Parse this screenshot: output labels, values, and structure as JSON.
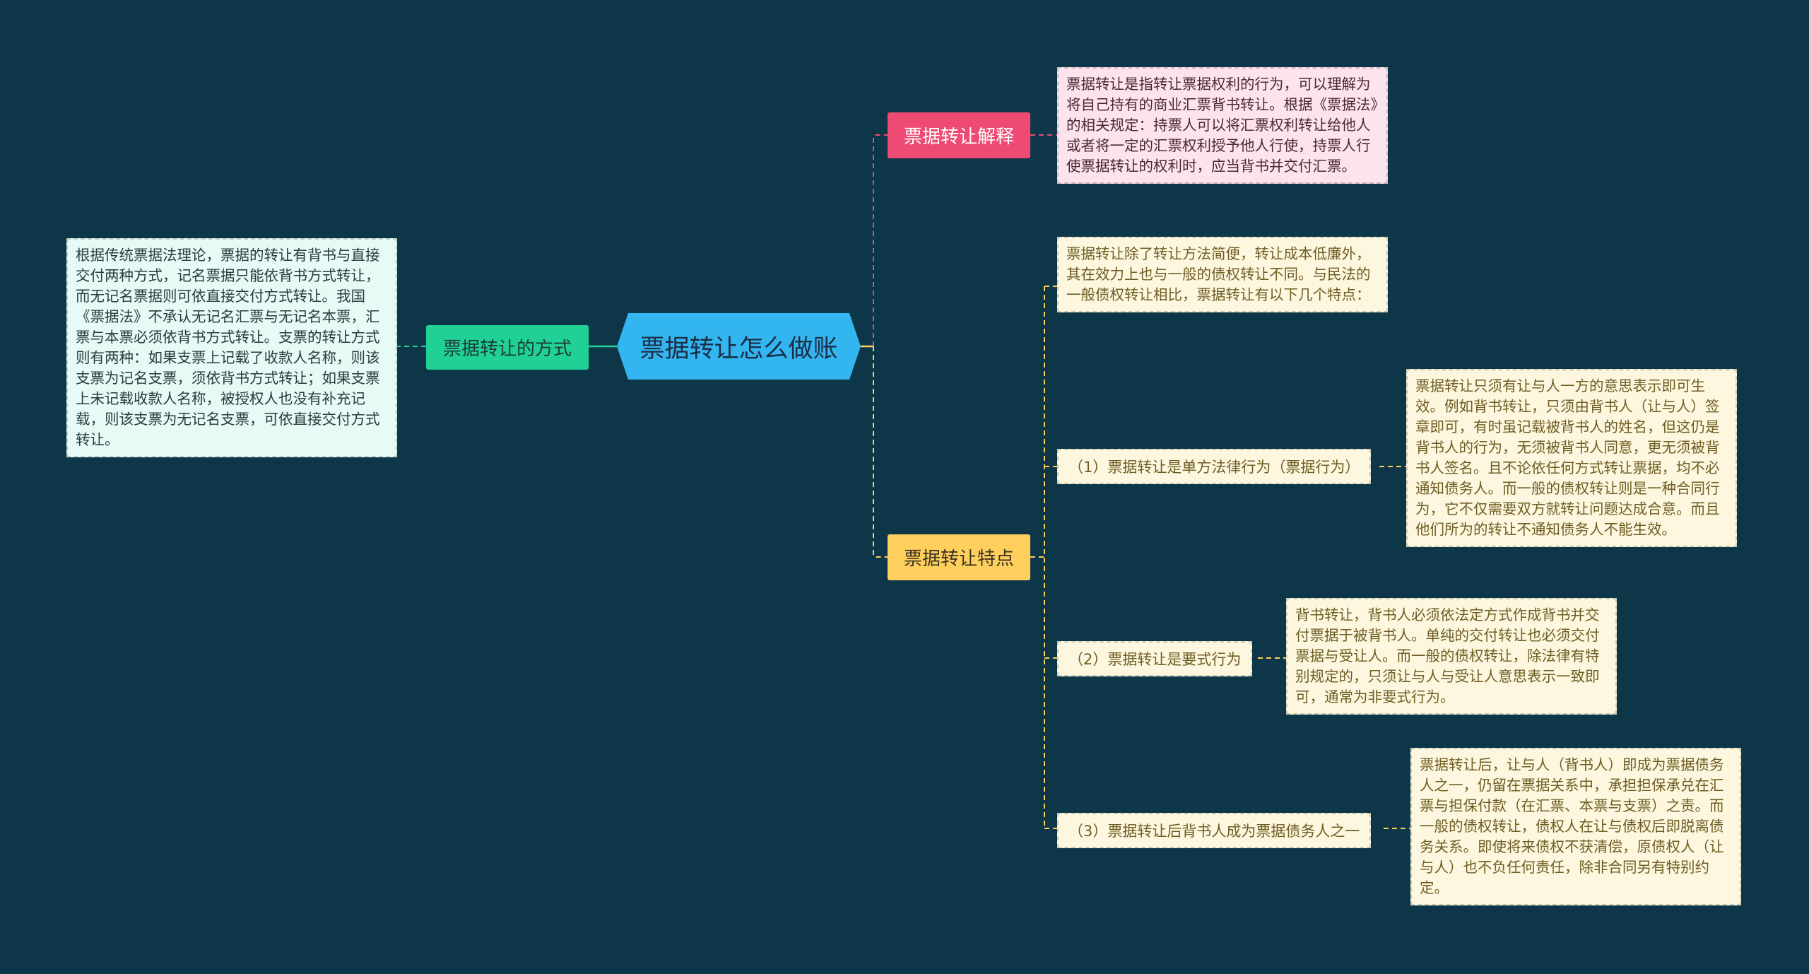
{
  "central_topic": "票据转让怎么做账",
  "left_branch": {
    "label": "票据转让的方式",
    "text": "根据传统票据法理论，票据的转让有背书与直接交付两种方式，记名票据只能依背书方式转让，而无记名票据则可依直接交付方式转让。我国《票据法》不承认无记名汇票与无记名本票，汇票与本票必须依背书方式转让。支票的转让方式则有两种：如果支票上记载了收款人名称，则该支票为记名支票，须依背书方式转让；如果支票上未记载收款人名称，被授权人也没有补充记载，则该支票为无记名支票，可依直接交付方式转让。"
  },
  "explain_branch": {
    "label": "票据转让解释",
    "text": "票据转让是指转让票据权利的行为，可以理解为将自己持有的商业汇票背书转让。根据《票据法》的相关规定：持票人可以将汇票权利转让给他人或者将一定的汇票权利授予他人行使，持票人行使票据转让的权利时，应当背书并交付汇票。"
  },
  "feature_branch": {
    "label": "票据转让特点",
    "intro": "票据转让除了转让方法简便，转让成本低廉外，其在效力上也与一般的债权转让不同。与民法的一般债权转让相比，票据转让有以下几个特点：",
    "items": [
      {
        "label": "（1）票据转让是单方法律行为（票据行为）",
        "detail": "票据转让只须有让与人一方的意思表示即可生效。例如背书转让，只须由背书人（让与人）签章即可，有时虽记载被背书人的姓名，但这仍是背书人的行为，无须被背书人同意，更无须被背书人签名。且不论依任何方式转让票据，均不必通知债务人。而一般的债权转让则是一种合同行为，它不仅需要双方就转让问题达成合意。而且他们所为的转让不通知债务人不能生效。"
      },
      {
        "label": "（2）票据转让是要式行为",
        "detail": "背书转让，背书人必须依法定方式作成背书并交付票据于被背书人。单纯的交付转让也必须交付票据与受让人。而一般的债权转让，除法律有特别规定的，只须让与人与受让人意思表示一致即可，通常为非要式行为。"
      },
      {
        "label": "（3）票据转让后背书人成为票据债务人之一",
        "detail": "票据转让后，让与人（背书人）即成为票据债务人之一，仍留在票据关系中，承担担保承兑在汇票与担保付款（在汇票、本票与支票）之责。而一般的债权转让，债权人在让与债权后即脱离债务关系。即使将来债权不获清偿，原债权人（让与人）也不负任何责任，除非合同另有特别约定。"
      }
    ]
  },
  "colors": {
    "background": "#0d3748",
    "center": "#33b5f0",
    "left": "#1fd196",
    "explain": "#ee4a74",
    "feature": "#ffcf5e"
  }
}
